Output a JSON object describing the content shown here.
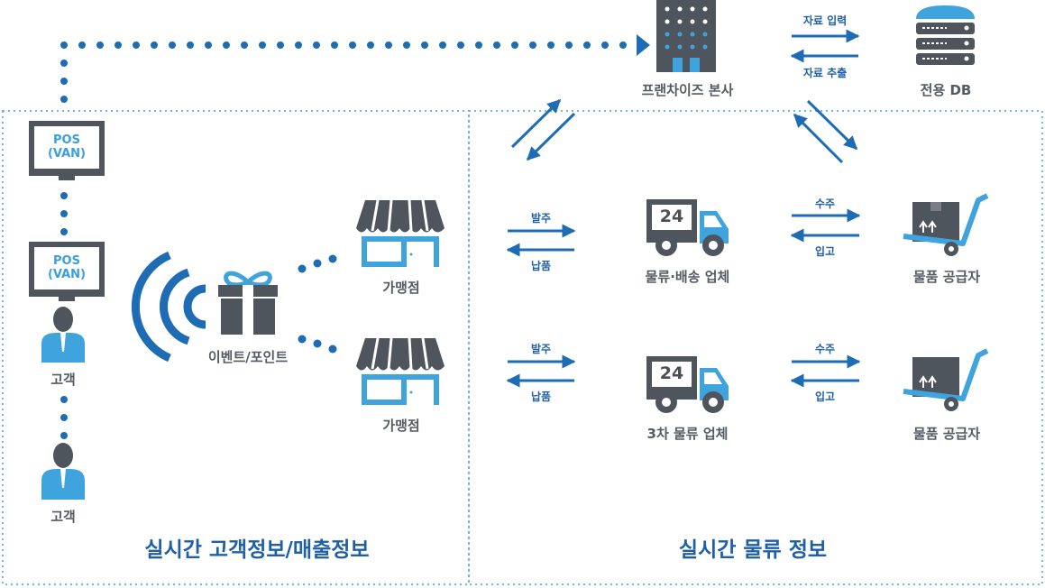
{
  "colors": {
    "accent": "#1e6db4",
    "light_blue": "#3fa3dd",
    "dark_gray": "#4f555c",
    "label_gray": "#555b63"
  },
  "headquarters": {
    "label": "프랜차이즈 본사"
  },
  "database": {
    "label": "전용 DB"
  },
  "hq_db_links": {
    "input": "자료 입력",
    "extract": "자료 추출"
  },
  "pos_terminals": [
    {
      "line1": "POS",
      "line2": "(VAN)"
    },
    {
      "line1": "POS",
      "line2": "(VAN)"
    }
  ],
  "customers": [
    {
      "label": "고객"
    },
    {
      "label": "고객"
    }
  ],
  "event": {
    "label": "이벤트/포인트"
  },
  "stores": [
    {
      "label": "가맹점"
    },
    {
      "label": "가맹점"
    }
  ],
  "logistics_rows": [
    {
      "order": "발주",
      "deliver": "납품",
      "company": "물류·배송 업체",
      "truck_number": "24",
      "supply_order": "수주",
      "receive": "입고",
      "supplier": "물품 공급자"
    },
    {
      "order": "발주",
      "deliver": "납품",
      "company": "3차 물류 업체",
      "truck_number": "24",
      "supply_order": "수주",
      "receive": "입고",
      "supplier": "물품 공급자"
    }
  ],
  "sections": {
    "left_title": "실시간 고객정보/매출정보",
    "right_title": "실시간 물류 정보"
  }
}
